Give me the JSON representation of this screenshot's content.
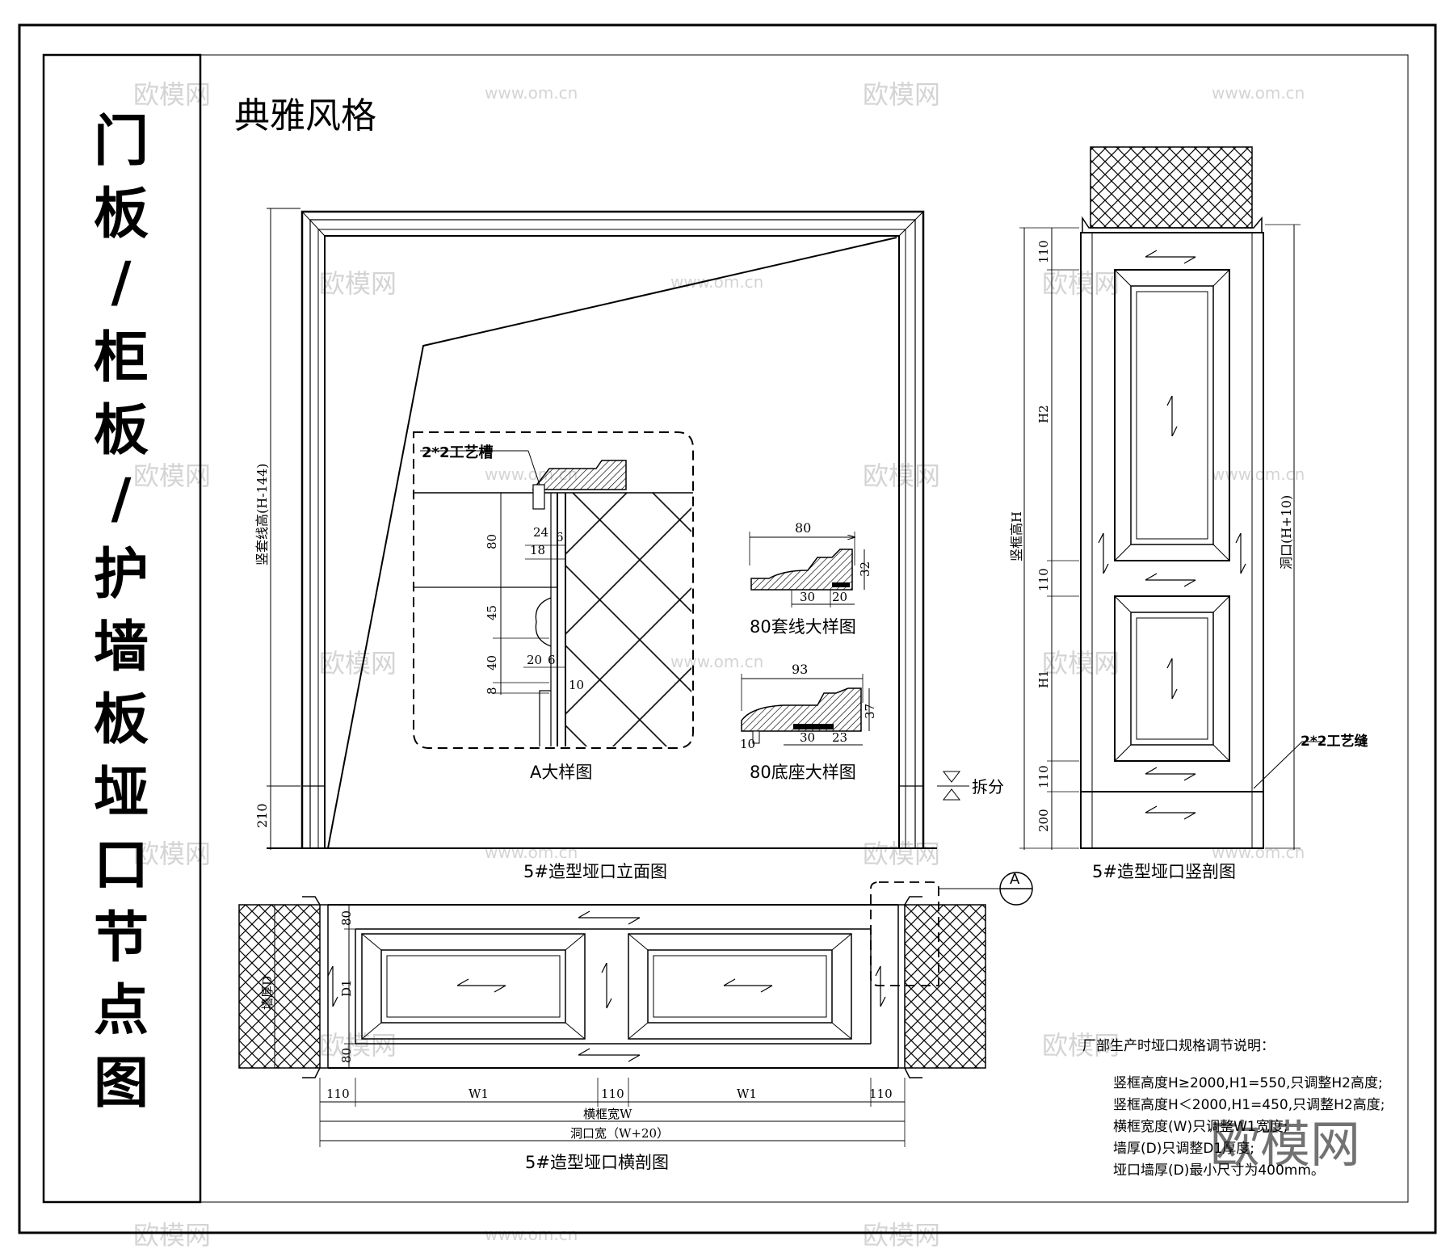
{
  "side_title": [
    "门",
    "板",
    "/",
    "柜",
    "板",
    "/",
    "护",
    "墙",
    "板",
    "垭",
    "口",
    "节",
    "点",
    "图"
  ],
  "style_title": "典雅风格",
  "elevation": {
    "caption": "5#造型垭口立面图",
    "dim_height": "竖套线高(H-144)",
    "dim_base": "210",
    "split_label": "拆分"
  },
  "detail_a": {
    "caption": "A大样图",
    "groove": "2*2工艺槽",
    "dims": [
      "80",
      "45",
      "40",
      "8",
      "24",
      "6",
      "18",
      "20",
      "6",
      "10"
    ]
  },
  "casing_80": {
    "caption": "80套线大样图",
    "dims": [
      "80",
      "32",
      "30",
      "20"
    ]
  },
  "base_80": {
    "caption": "80底座大样图",
    "dims": [
      "93",
      "37",
      "10",
      "30",
      "23"
    ]
  },
  "vertical_section": {
    "caption": "5#造型垭口竖剖图",
    "left_total": "竖框高H",
    "right_total": "洞口(H+10)",
    "dims": [
      "110",
      "H2",
      "110",
      "H1",
      "110",
      "200"
    ],
    "seam": "2*2工艺缝"
  },
  "horizontal_section": {
    "caption": "5#造型垭口横剖图",
    "section_mark": "A",
    "dims_v": [
      "80",
      "D1",
      "80"
    ],
    "wall_label": "墙厚D",
    "dims_h": [
      "110",
      "W1",
      "110",
      "W1",
      "110"
    ],
    "frame_width": "横框宽W",
    "opening_width": "洞口宽（W+20）"
  },
  "notes": {
    "heading": "厂部生产时垭口规格调节说明：",
    "lines": [
      "竖框高度H≥2000,H1=550,只调整H2高度;",
      "竖框高度H＜2000,H1=450,只调整H2高度;",
      "横框宽度(W)只调整W1宽度;",
      "墙厚(D)只调整D1厚度;",
      "垭口墙厚(D)最小尺寸为400mm。"
    ]
  },
  "watermarks": {
    "logo": "欧模网",
    "url": "www.om.cn"
  }
}
